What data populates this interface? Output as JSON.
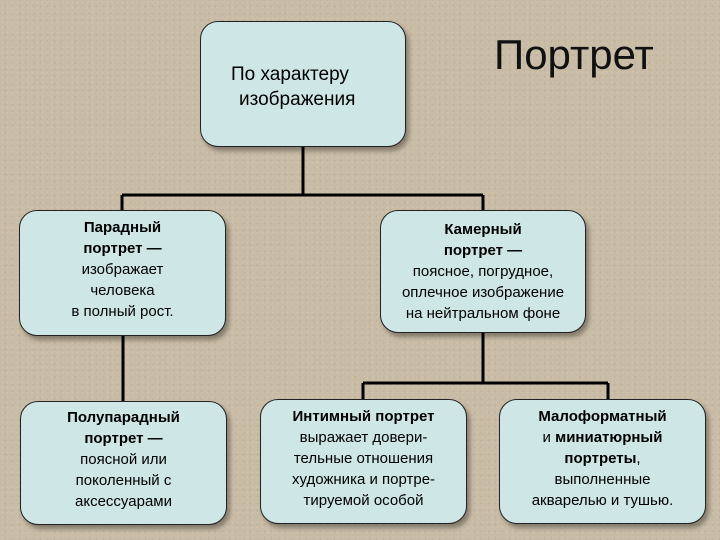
{
  "title": "Портрет",
  "root": {
    "line1": "По характеру",
    "line2": "изображения"
  },
  "ceremonial": {
    "name1": "Парадный",
    "name2": "портрет —",
    "desc1": "изображает",
    "desc2": "человека",
    "desc3": "в полный  рост."
  },
  "chamber": {
    "name1": "Камерный",
    "name2": "портрет —",
    "desc1": "поясное, погрудное,",
    "desc2": "оплечное изображение",
    "desc3": "на нейтральном фоне"
  },
  "semi_ceremonial": {
    "name1": "Полупарадный",
    "name2": "портрет —",
    "desc1": "поясной или",
    "desc2": "поколенный  с",
    "desc3": "аксессуарами"
  },
  "intimate": {
    "name": "Интимный портрет",
    "desc1": "выражает довери-",
    "desc2": "тельные отношения",
    "desc3": "художника и портре-",
    "desc4": "тируемой особой"
  },
  "miniature": {
    "name1": "Малоформатный",
    "conj": "и ",
    "name2": "миниатюрный",
    "name3": "портреты",
    "punct": ",",
    "desc1": "выполненные",
    "desc2": "акварелью и тушью."
  }
}
